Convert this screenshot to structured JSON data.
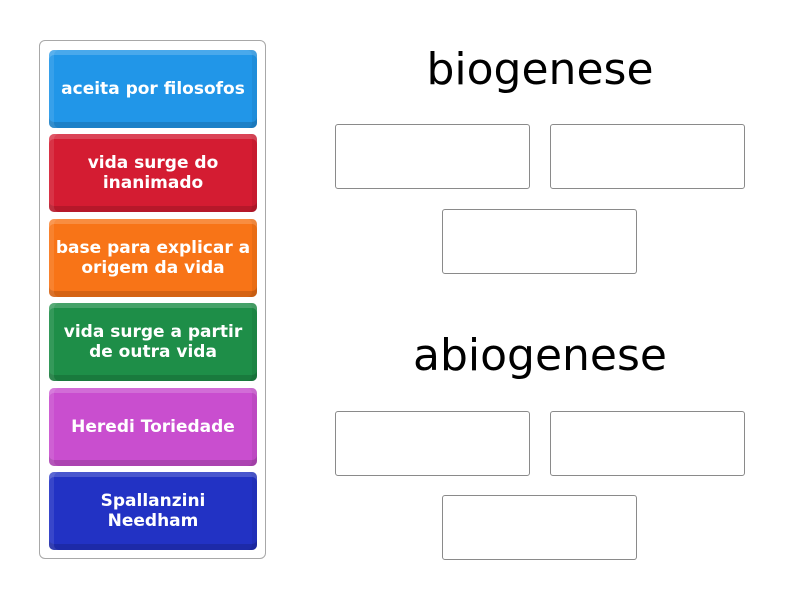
{
  "tiles": [
    {
      "label": "aceita por filosofos",
      "color": "#2196E8"
    },
    {
      "label": "vida surge do inanimado",
      "color": "#D41C32"
    },
    {
      "label": "base para explicar a origem da vida",
      "color": "#F87417"
    },
    {
      "label": "vida surge a partir de outra vida",
      "color": "#1E8E48"
    },
    {
      "label": "Heredi Toriedade",
      "color": "#C94ECF"
    },
    {
      "label": "Spallanzini Needham",
      "color": "#2232C4"
    }
  ],
  "groups": [
    {
      "title": "biogenese",
      "slots": 3
    },
    {
      "title": "abiogenese",
      "slots": 3
    }
  ]
}
